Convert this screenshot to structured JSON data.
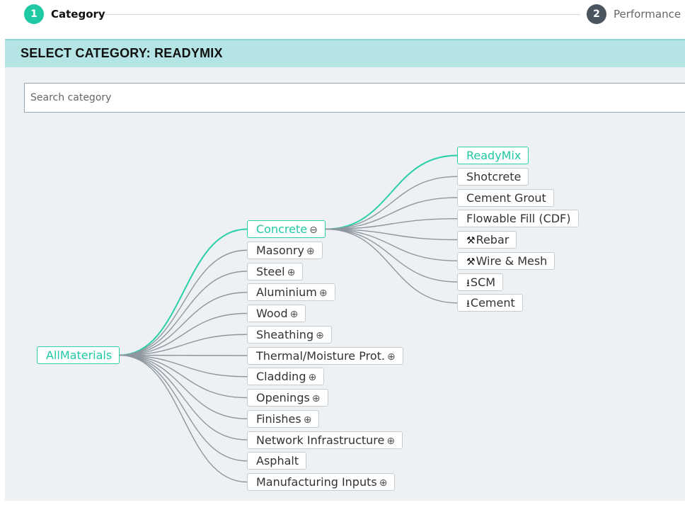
{
  "stepper": {
    "steps": [
      {
        "number": "1",
        "label": "Category",
        "color": "#1fc9a4"
      },
      {
        "number": "2",
        "label": "Performance S",
        "color": "#4a5560"
      }
    ]
  },
  "panel": {
    "title": "SELECT CATEGORY: READYMIX",
    "search_placeholder": "Search category"
  },
  "tree": {
    "root": {
      "label": "AllMaterials"
    },
    "level1": [
      {
        "label": "Concrete",
        "expander": "⊖",
        "active": true
      },
      {
        "label": "Masonry",
        "expander": "⊕"
      },
      {
        "label": "Steel",
        "expander": "⊕"
      },
      {
        "label": "Aluminium",
        "expander": "⊕"
      },
      {
        "label": "Wood",
        "expander": "⊕"
      },
      {
        "label": "Sheathing",
        "expander": "⊕"
      },
      {
        "label": "Thermal/Moisture Prot.",
        "expander": "⊕"
      },
      {
        "label": "Cladding",
        "expander": "⊕"
      },
      {
        "label": "Openings",
        "expander": "⊕"
      },
      {
        "label": "Finishes",
        "expander": "⊕"
      },
      {
        "label": "Network Infrastructure",
        "expander": "⊕"
      },
      {
        "label": "Asphalt",
        "expander": ""
      },
      {
        "label": "Manufacturing Inputs",
        "expander": "⊕"
      }
    ],
    "level2": [
      {
        "label": "ReadyMix",
        "icon": "",
        "active": true
      },
      {
        "label": "Shotcrete",
        "icon": ""
      },
      {
        "label": "Cement Grout",
        "icon": ""
      },
      {
        "label": "Flowable Fill (CDF)",
        "icon": ""
      },
      {
        "label": "Rebar",
        "icon": "tools-icon"
      },
      {
        "label": "Wire & Mesh",
        "icon": "tools-icon"
      },
      {
        "label": "SCM",
        "icon": "download-icon"
      },
      {
        "label": "Cement",
        "icon": "download-icon"
      }
    ],
    "colors": {
      "active": "#2bcfa8",
      "link": "#8e979f",
      "border": "#c7ccd1"
    }
  }
}
